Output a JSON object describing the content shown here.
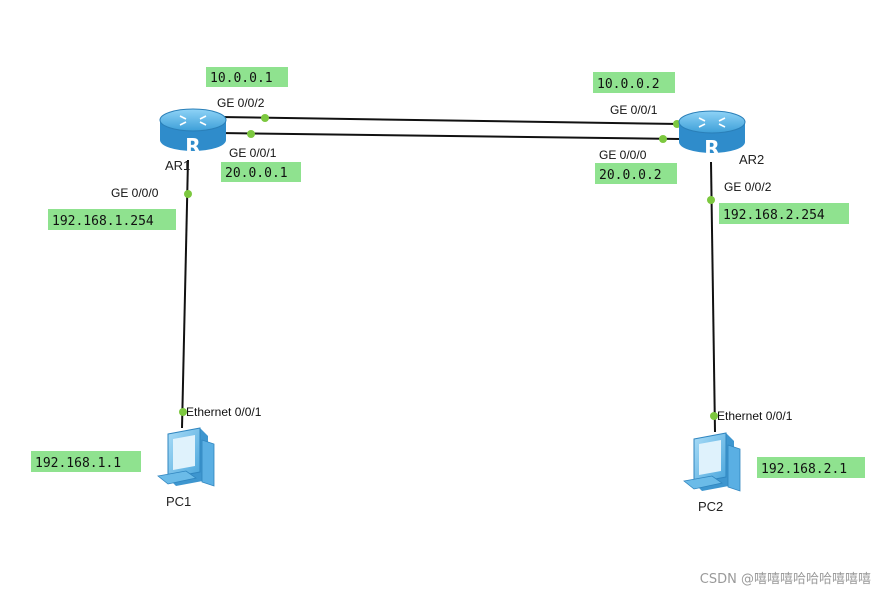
{
  "colors": {
    "ip_label_bg": "#8fe28f",
    "port_dot": "#7cc83f",
    "link": "#111111",
    "router_body": "#5cb8ea",
    "pc_body": "#7cc6ef",
    "watermark": "#9a9a9a"
  },
  "devices": {
    "ar1": {
      "name": "AR1",
      "icon": "router-icon"
    },
    "ar2": {
      "name": "AR2",
      "icon": "router-icon"
    },
    "pc1": {
      "name": "PC1",
      "icon": "pc-icon"
    },
    "pc2": {
      "name": "PC2",
      "icon": "pc-icon"
    }
  },
  "ports": {
    "ar1_ge002": "GE 0/0/2",
    "ar1_ge001": "GE 0/0/1",
    "ar1_ge000": "GE 0/0/0",
    "ar2_ge001": "GE 0/0/1",
    "ar2_ge000": "GE 0/0/0",
    "ar2_ge002": "GE 0/0/2",
    "pc1_eth": "Ethernet 0/0/1",
    "pc2_eth": "Ethernet 0/0/1"
  },
  "ips": {
    "ar1_ge002": "10.0.0.1",
    "ar1_ge001": "20.0.0.1",
    "ar1_ge000": "192.168.1.254",
    "ar2_ge001": "10.0.0.2",
    "ar2_ge000": "20.0.0.2",
    "ar2_ge002": "192.168.2.254",
    "pc1": "192.168.1.1",
    "pc2": "192.168.2.1"
  },
  "links": [
    {
      "from": "AR1 GE 0/0/2",
      "to": "AR2 GE 0/0/1"
    },
    {
      "from": "AR1 GE 0/0/1",
      "to": "AR2 GE 0/0/0"
    },
    {
      "from": "AR1 GE 0/0/0",
      "to": "PC1 Ethernet 0/0/1"
    },
    {
      "from": "AR2 GE 0/0/2",
      "to": "PC2 Ethernet 0/0/1"
    }
  ],
  "watermark": "CSDN @嘻嘻嘻哈哈哈嘻嘻嘻"
}
